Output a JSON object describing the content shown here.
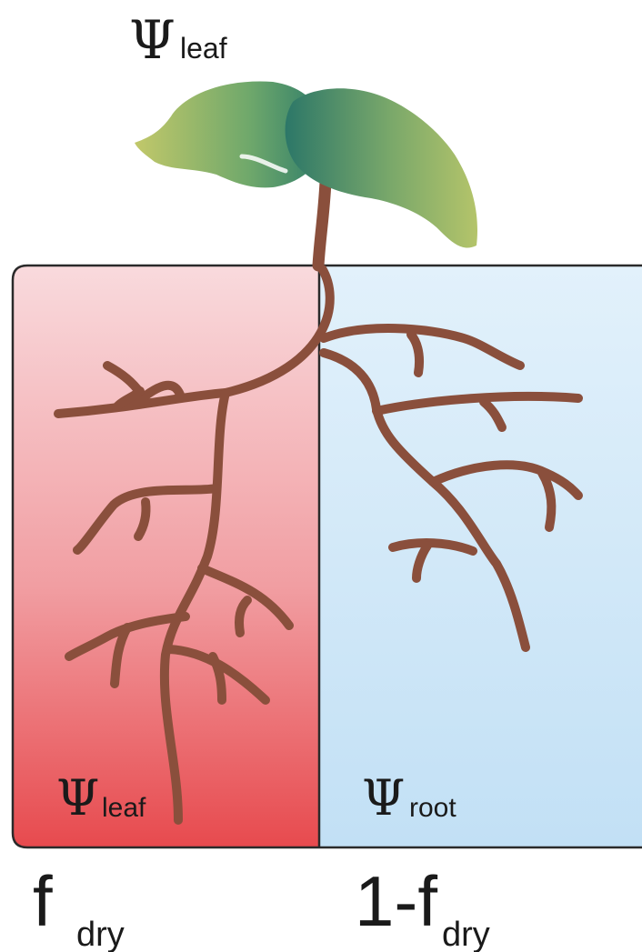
{
  "top_label": {
    "symbol": "Ψ",
    "subscript": "leaf"
  },
  "left_compartment": {
    "symbol": "Ψ",
    "subscript": "leaf",
    "color_top": "#f7d6d8",
    "color_bottom": "#e84b4f"
  },
  "right_compartment": {
    "symbol": "Ψ",
    "subscript": "root",
    "color_top": "#ddeefa",
    "color_bottom": "#c3e1f6"
  },
  "bottom_labels": {
    "left": {
      "main": "f",
      "subscript": "dry"
    },
    "right": {
      "main": "1-f",
      "subscript": "dry"
    }
  },
  "colors": {
    "root": "#8a4f3c",
    "leaf_dark": "#2f7d6a",
    "leaf_light": "#b7c46a"
  }
}
